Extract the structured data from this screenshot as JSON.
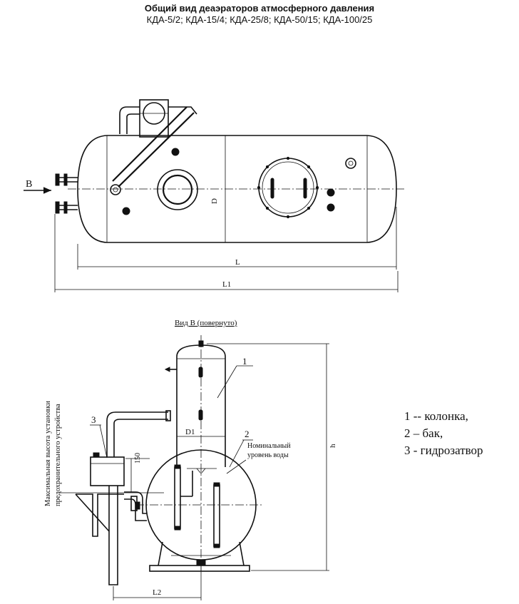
{
  "header": {
    "title": "Общий вид деаэраторов атмосферного давления",
    "subtitle": "КДА-5/2; КДА-15/4; КДА-25/8; КДА-50/15; КДА-100/25"
  },
  "top_view": {
    "arrow_label": "В",
    "dim_diameter": "D",
    "dim_length": "L",
    "dim_total_length": "L1"
  },
  "side_view": {
    "view_caption": "Вид В (повернуто)",
    "vertical_note_line1": "Максимальная высота установки",
    "vertical_note_line2": "предохранительного устройства",
    "callout_1": "1",
    "callout_2": "2",
    "callout_3": "3",
    "water_level_line1": "Номинальный",
    "water_level_line2": "уровень воды",
    "dim_column_diameter": "D1",
    "dim_seal_height": "150",
    "dim_height": "h",
    "dim_offset": "L2"
  },
  "legend": [
    "1 -- колонка,",
    "2 – бак,",
    "3 - гидрозатвор"
  ]
}
